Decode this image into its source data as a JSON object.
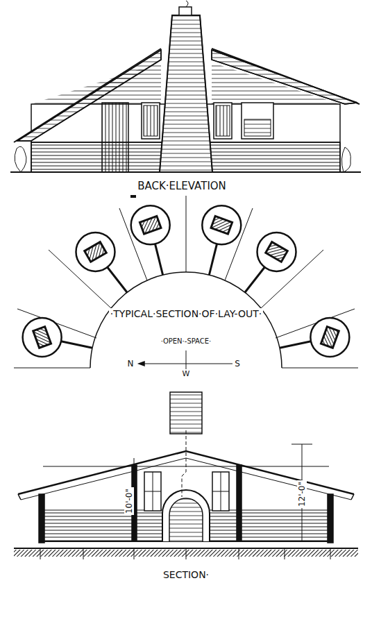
{
  "diagram": {
    "labels": [
      "BACK·ELEVATION",
      "·TYPICAL·SECTION·OF·LAY-OUT·",
      "·OPEN·-SPACE·",
      "N",
      "S",
      "W",
      "10'-0\"",
      "12'-0\"",
      "SECTION·"
    ]
  }
}
